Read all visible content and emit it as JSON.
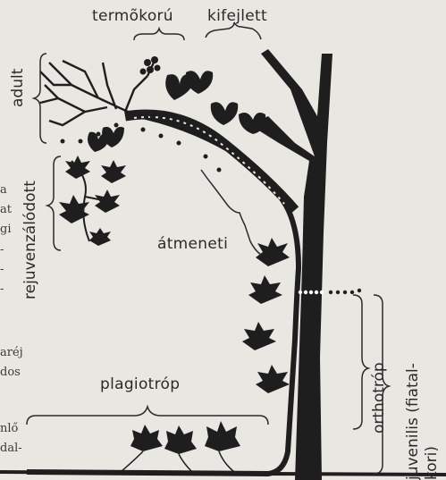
{
  "labels": {
    "termokoru": "termõkorú",
    "kifejlett": "kifejlett",
    "adult": "adult",
    "rejuvenzalodott": "rejuvenzálódott",
    "atmeneti": "átmeneti",
    "plagiotrop": "plagiotróp",
    "orthotrop": "orthotróp",
    "juvenilis": "juvenilis (fiatal-",
    "juvenilis2": "kori)"
  },
  "margin_fragments": [
    "a",
    "at",
    "gi",
    "-",
    "-",
    "-",
    "aréj",
    "dos",
    "nlő",
    "dal-"
  ],
  "colors": {
    "ink": "#1e1e1e",
    "paper": "#e9e7e2"
  }
}
